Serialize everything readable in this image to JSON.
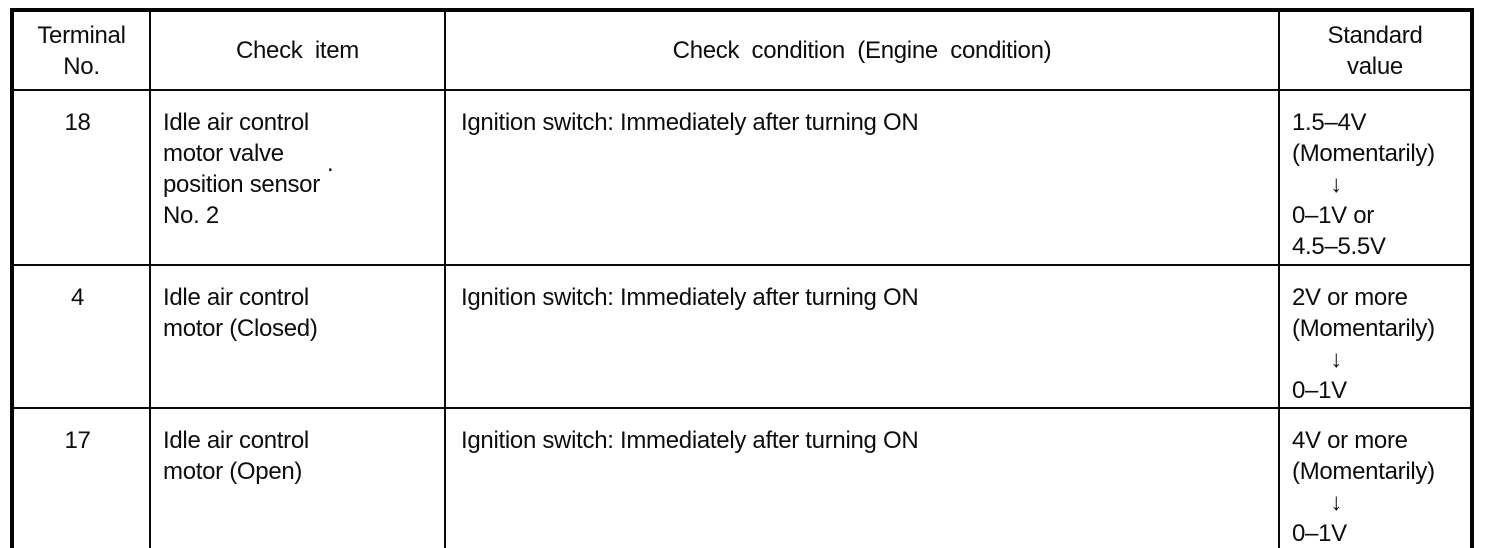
{
  "table": {
    "columns": [
      {
        "label": "Terminal\nNo."
      },
      {
        "label": "Check item"
      },
      {
        "label": "Check condition (Engine condition)"
      },
      {
        "label": "Standard\nvalue"
      }
    ],
    "rows": [
      {
        "terminal": "18",
        "check_item": "Idle air control\nmotor valve\nposition sensor\nNo. 2",
        "check_condition": "Ignition switch: Immediately after turning ON",
        "standard_value": "1.5–4V\n(Momentarily)\n      ↓\n0–1V or\n4.5–5.5V"
      },
      {
        "terminal": "4",
        "check_item": "Idle air control\nmotor (Closed)",
        "check_condition": "Ignition switch: Immediately after turning ON",
        "standard_value": "2V or more\n(Momentarily)\n      ↓\n0–1V"
      },
      {
        "terminal": "17",
        "check_item": "Idle air control\nmotor (Open)",
        "check_condition": "Ignition switch: Immediately after turning ON",
        "standard_value": "4V or more\n(Momentarily)\n      ↓\n0–1V"
      }
    ]
  },
  "artifacts": {
    "speck": "."
  }
}
